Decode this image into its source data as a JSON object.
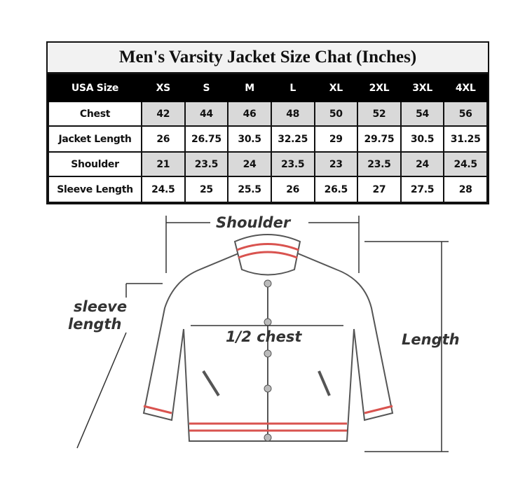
{
  "title": "Men's Varsity Jacket Size Chat (Inches)",
  "header": {
    "label": "USA Size",
    "sizes": [
      "XS",
      "S",
      "M",
      "L",
      "XL",
      "2XL",
      "3XL",
      "4XL"
    ]
  },
  "rows": [
    {
      "label": "Chest",
      "values": [
        "42",
        "44",
        "46",
        "48",
        "50",
        "52",
        "54",
        "56"
      ]
    },
    {
      "label": "Jacket Length",
      "values": [
        "26",
        "26.75",
        "30.5",
        "32.25",
        "29",
        "29.75",
        "30.5",
        "31.25"
      ]
    },
    {
      "label": "Shoulder",
      "values": [
        "21",
        "23.5",
        "24",
        "23.5",
        "23",
        "23.5",
        "24",
        "24.5"
      ]
    },
    {
      "label": "Sleeve Length",
      "values": [
        "24.5",
        "25",
        "25.5",
        "26",
        "26.5",
        "27",
        "27.5",
        "28"
      ]
    }
  ],
  "diagram": {
    "shoulder": "Shoulder",
    "sleeve_line1": "sleeve",
    "sleeve_line2": "length",
    "half_chest": "1/2 chest",
    "length": "Length",
    "stripe_color": "#d9534f"
  }
}
